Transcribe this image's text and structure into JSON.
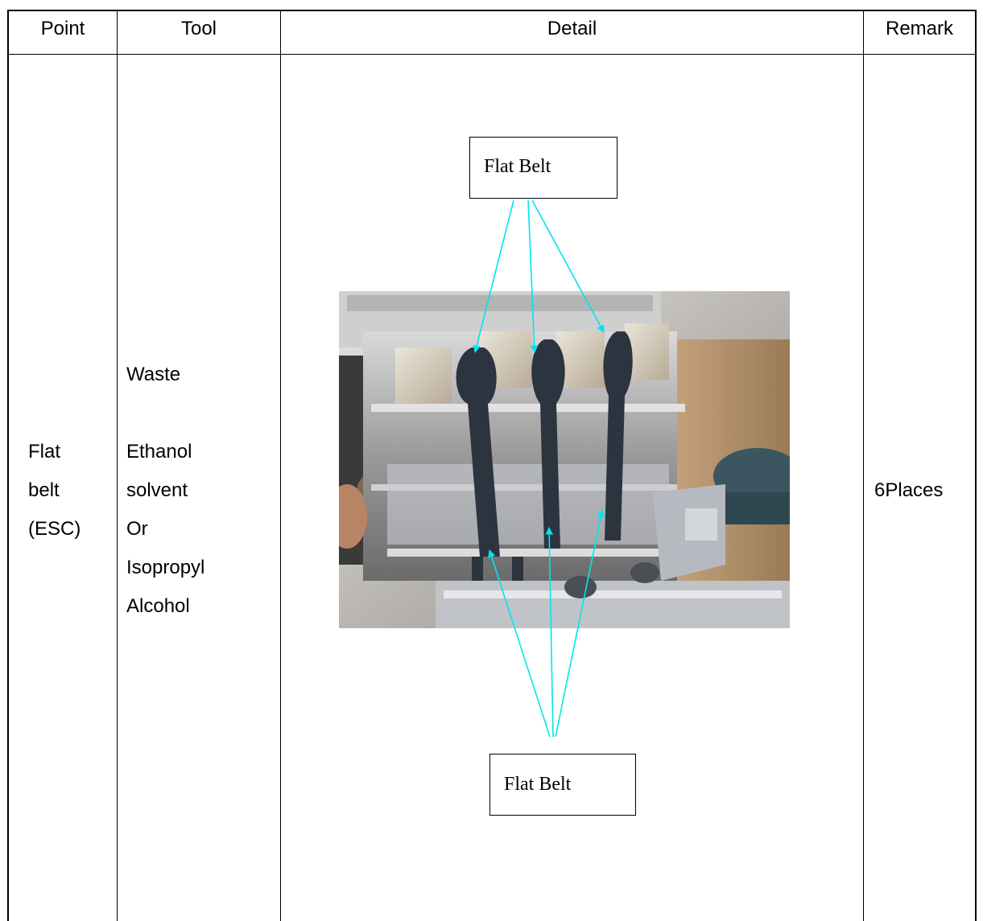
{
  "table": {
    "headers": {
      "point": "Point",
      "tool": "Tool",
      "detail": "Detail",
      "remark": "Remark"
    },
    "row": {
      "point_lines": [
        "Flat",
        "belt",
        "(ESC)"
      ],
      "tool_lines": [
        "Waste",
        "",
        "Ethanol",
        "solvent",
        "Or",
        "Isopropyl",
        "Alcohol"
      ],
      "remark": "6Places"
    }
  },
  "figure": {
    "callout_top": "Flat Belt",
    "callout_bottom": "Flat Belt",
    "arrow_color": "#00e5ee"
  }
}
